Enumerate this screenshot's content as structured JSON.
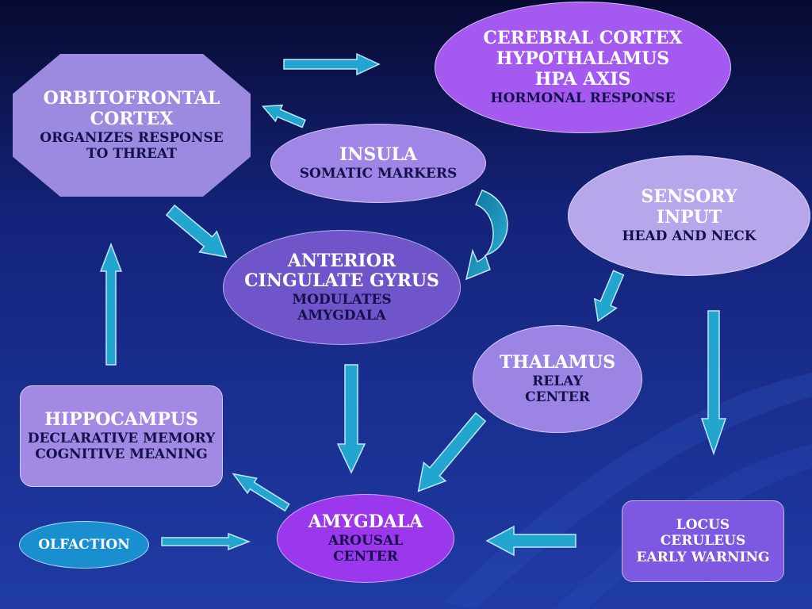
{
  "colors": {
    "background": "#1a2b86",
    "arrow": "#22a6d0",
    "light_lavender": "#ab9ce6",
    "mid_purple": "#7a5fd0",
    "violet": "#a45af0",
    "amygdala_purple": "#9b37ec",
    "olfaction_blue": "#1a8fd0"
  },
  "nodes": {
    "cerebral_cortex": {
      "lines": [
        "CEREBRAL CORTEX",
        "HYPOTHALAMUS",
        "HPA AXIS"
      ],
      "sub": "HORMONAL RESPONSE"
    },
    "orbitofrontal": {
      "title": [
        "ORBITOFRONTAL",
        "CORTEX"
      ],
      "sub": [
        "ORGANIZES RESPONSE",
        "TO THREAT"
      ]
    },
    "insula": {
      "title": "INSULA",
      "sub": "SOMATIC MARKERS"
    },
    "sensory": {
      "title": [
        "SENSORY",
        "INPUT"
      ],
      "sub": "HEAD AND NECK"
    },
    "acg": {
      "title": [
        "ANTERIOR",
        "CINGULATE GYRUS"
      ],
      "sub": [
        "MODULATES",
        "AMYGDALA"
      ]
    },
    "thalamus": {
      "title": "THALAMUS",
      "sub": [
        "RELAY",
        "CENTER"
      ]
    },
    "hippocampus": {
      "title": "HIPPOCAMPUS",
      "sub": [
        "DECLARATIVE MEMORY",
        "COGNITIVE MEANING"
      ]
    },
    "amygdala": {
      "title": "AMYGDALA",
      "sub": [
        "AROUSAL",
        "CENTER"
      ]
    },
    "olfaction": {
      "title": "OLFACTION"
    },
    "locus": {
      "lines": [
        "LOCUS",
        "CERULEUS",
        "EARLY WARNING"
      ]
    }
  }
}
